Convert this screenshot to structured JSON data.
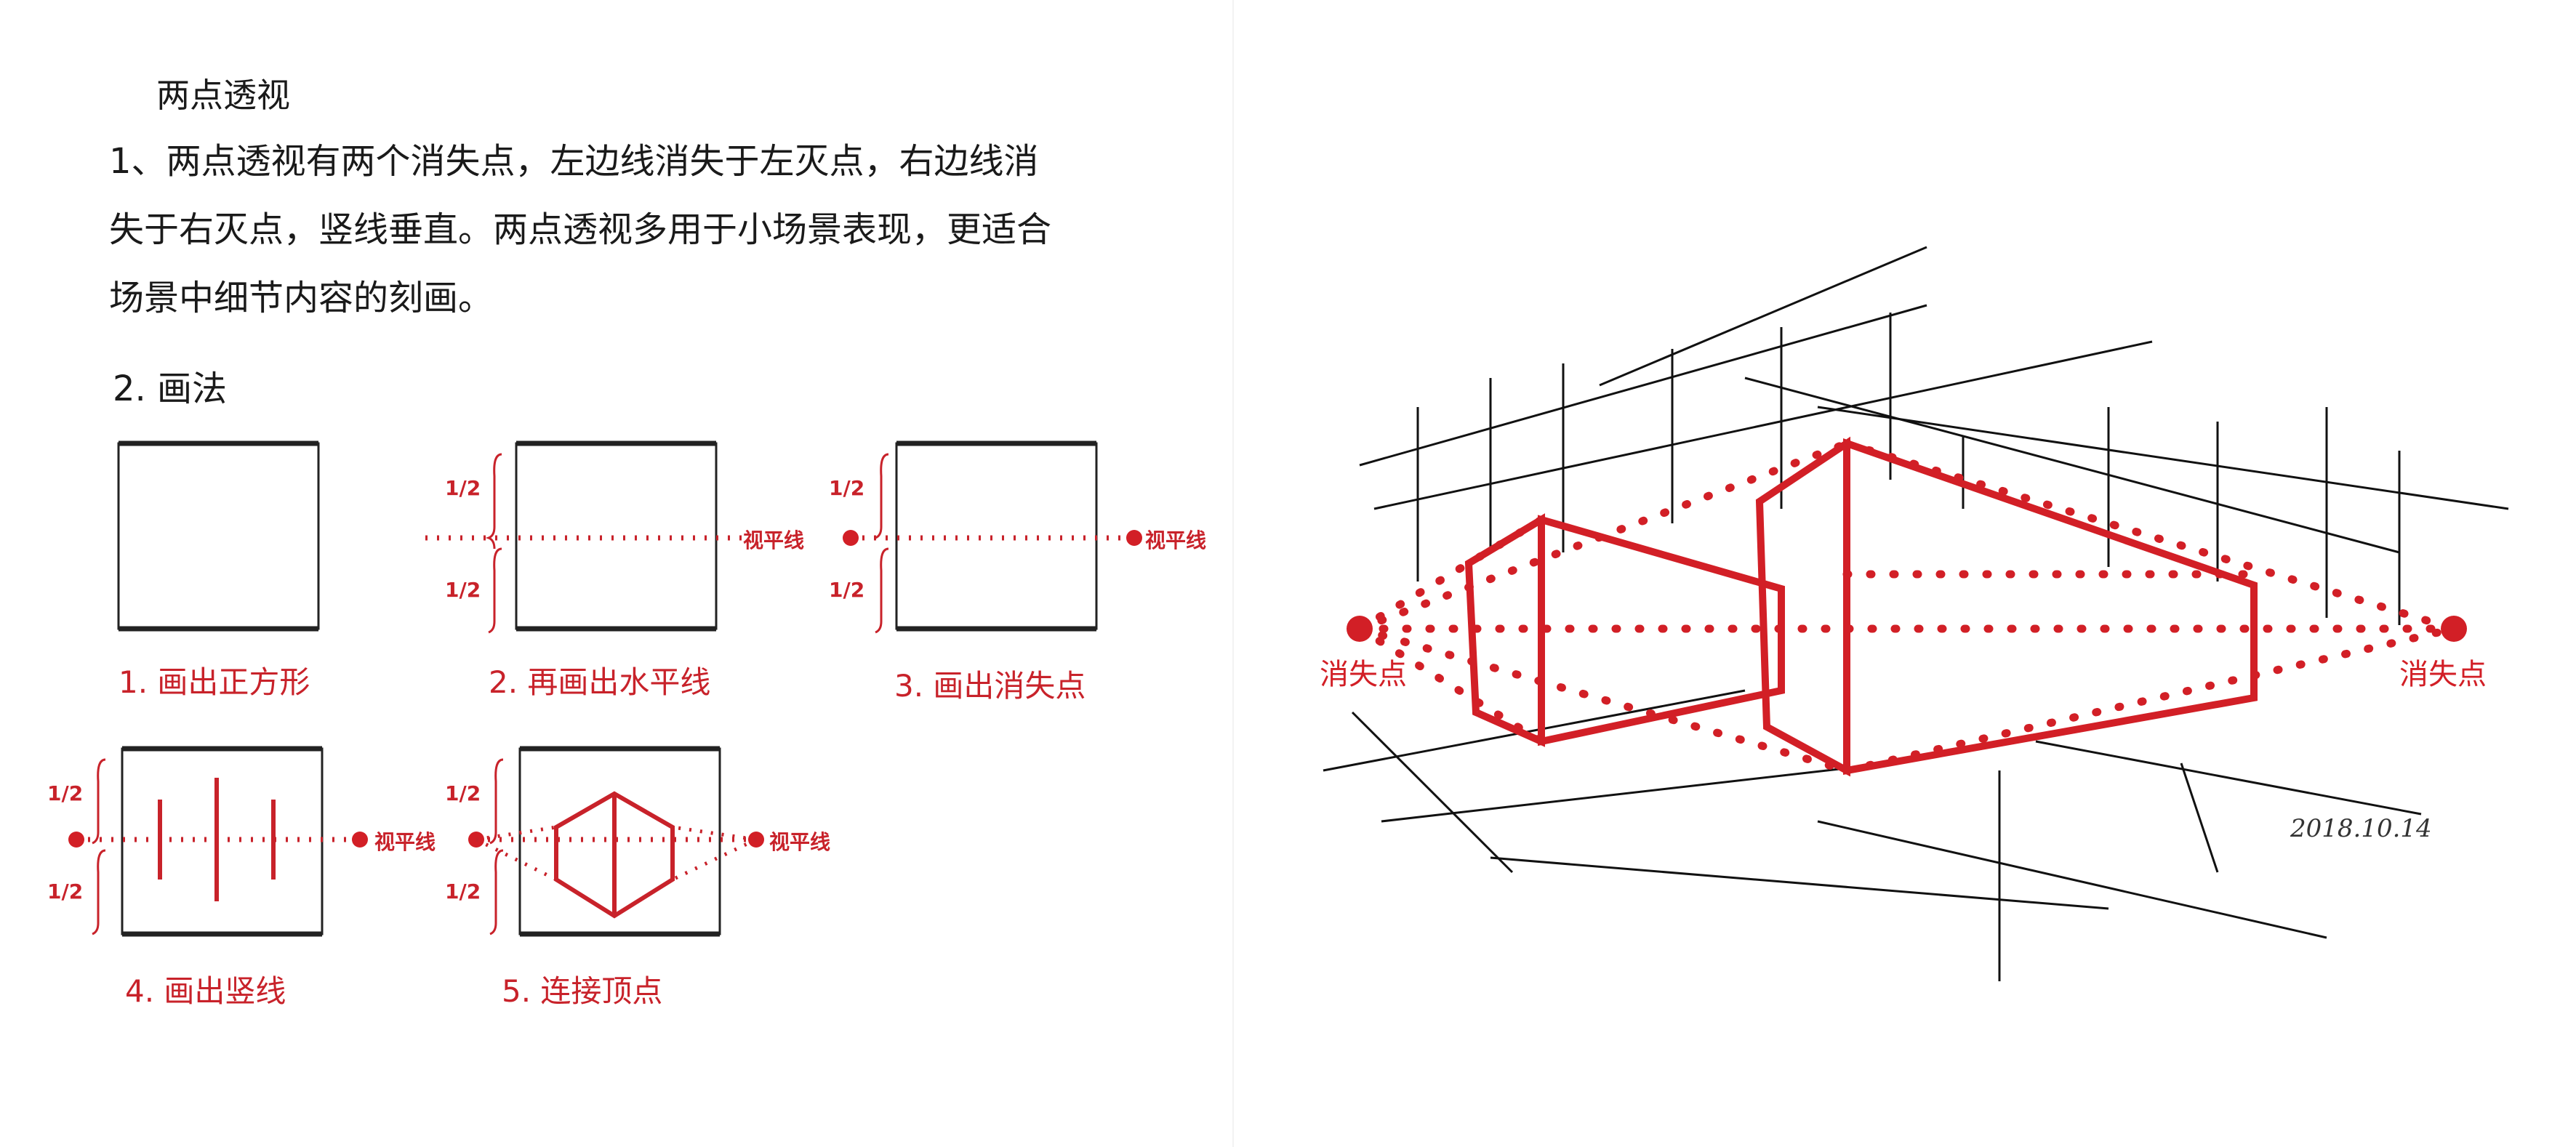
{
  "document": {
    "title": "两点透视",
    "section1": {
      "lines": [
        "1、两点透视有两个消失点，左边线消失于左灭点，右边线消",
        "失于右灭点，竖线垂直。两点透视多用于小场景表现，更适合",
        "场景中细节内容的刻画。"
      ]
    },
    "section2_heading": "2. 画法"
  },
  "steps": [
    {
      "caption": "1. 画出正方形"
    },
    {
      "caption": "2. 再画出水平线"
    },
    {
      "caption": "3.  画出消失点"
    },
    {
      "caption": "4. 画出竖线"
    },
    {
      "caption": "5. 连接顶点"
    }
  ],
  "diagram_labels": {
    "half": "1/2",
    "horizon_line": "视平线"
  },
  "sketch": {
    "left_vanishing_point": "消失点",
    "right_vanishing_point": "消失点",
    "signature_date": "2018.10.14"
  },
  "colors": {
    "accent_red": "#d21f26",
    "text": "#1a1a1a"
  }
}
